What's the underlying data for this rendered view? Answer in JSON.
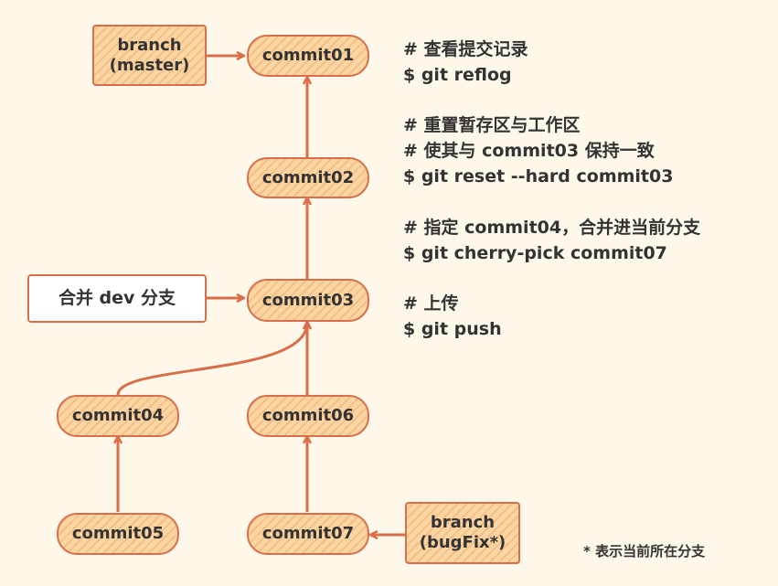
{
  "nodes": {
    "branch_master": [
      "branch",
      "(master)"
    ],
    "commit01": "commit01",
    "commit02": "commit02",
    "commit03": "commit03",
    "merge_dev": "合并 dev 分支",
    "commit04": "commit04",
    "commit06": "commit06",
    "commit05": "commit05",
    "commit07": "commit07",
    "branch_bugfix": [
      "branch",
      "(bugFix*)"
    ]
  },
  "notes": [
    [
      "# 查看提交记录",
      "$ git reflog"
    ],
    [
      "# 重置暂存区与工作区",
      "# 使其与 commit03 保持一致",
      "$ git reset --hard commit03"
    ],
    [
      "# 指定 commit04，合并进当前分支",
      "$ git cherry-pick commit07"
    ],
    [
      "# 上传",
      "$ git push"
    ]
  ],
  "footnote": "* 表示当前所在分支",
  "colors": {
    "background": "#fdf8e9",
    "node_fill": "#fbd6a3",
    "stroke": "#d86f4a",
    "text": "#333333"
  }
}
